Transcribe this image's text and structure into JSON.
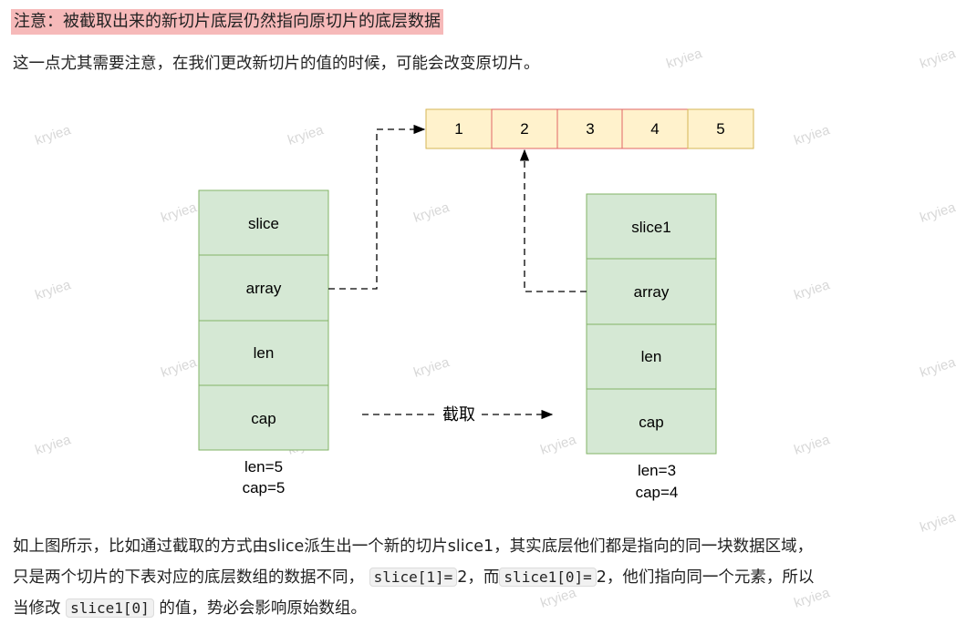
{
  "heading": "注意：被截取出来的新切片底层仍然指向原切片的底层数据",
  "intro": "这一点尤其需要注意，在我们更改新切片的值的时候，可能会改变原切片。",
  "diagram": {
    "array_cells": [
      "1",
      "2",
      "3",
      "4",
      "5"
    ],
    "left_struct": {
      "cells": [
        "slice",
        "array",
        "len",
        "cap"
      ],
      "len_label": "len=5",
      "cap_label": "cap=5"
    },
    "right_struct": {
      "cells": [
        "slice1",
        "array",
        "len",
        "cap"
      ],
      "len_label": "len=3",
      "cap_label": "cap=4"
    },
    "arrow_label": "截取",
    "colors": {
      "struct_fill": "#d5e8d4",
      "struct_stroke": "#82b366",
      "array_fill": "#fff2cc",
      "array_stroke": "#d6b656",
      "highlight_stroke": "#e06666"
    }
  },
  "para2": {
    "line1": "如上图所示，比如通过截取的方式由slice派生出一个新的切片slice1，其实底层他们都是指向的同一块数据区域，",
    "line2_a": "只是两个切片的下表对应的底层数组的数据不同，",
    "code1": "slice[1]=",
    "line2_b": "2，而",
    "code2": "slice1[0]=",
    "line2_c": "2，他们指向同一个元素，所以",
    "line3_a": "当修改",
    "code3": "slice1[0]",
    "line3_b": "的值，势必会影响原始数组。"
  },
  "watermark": "kryiea"
}
